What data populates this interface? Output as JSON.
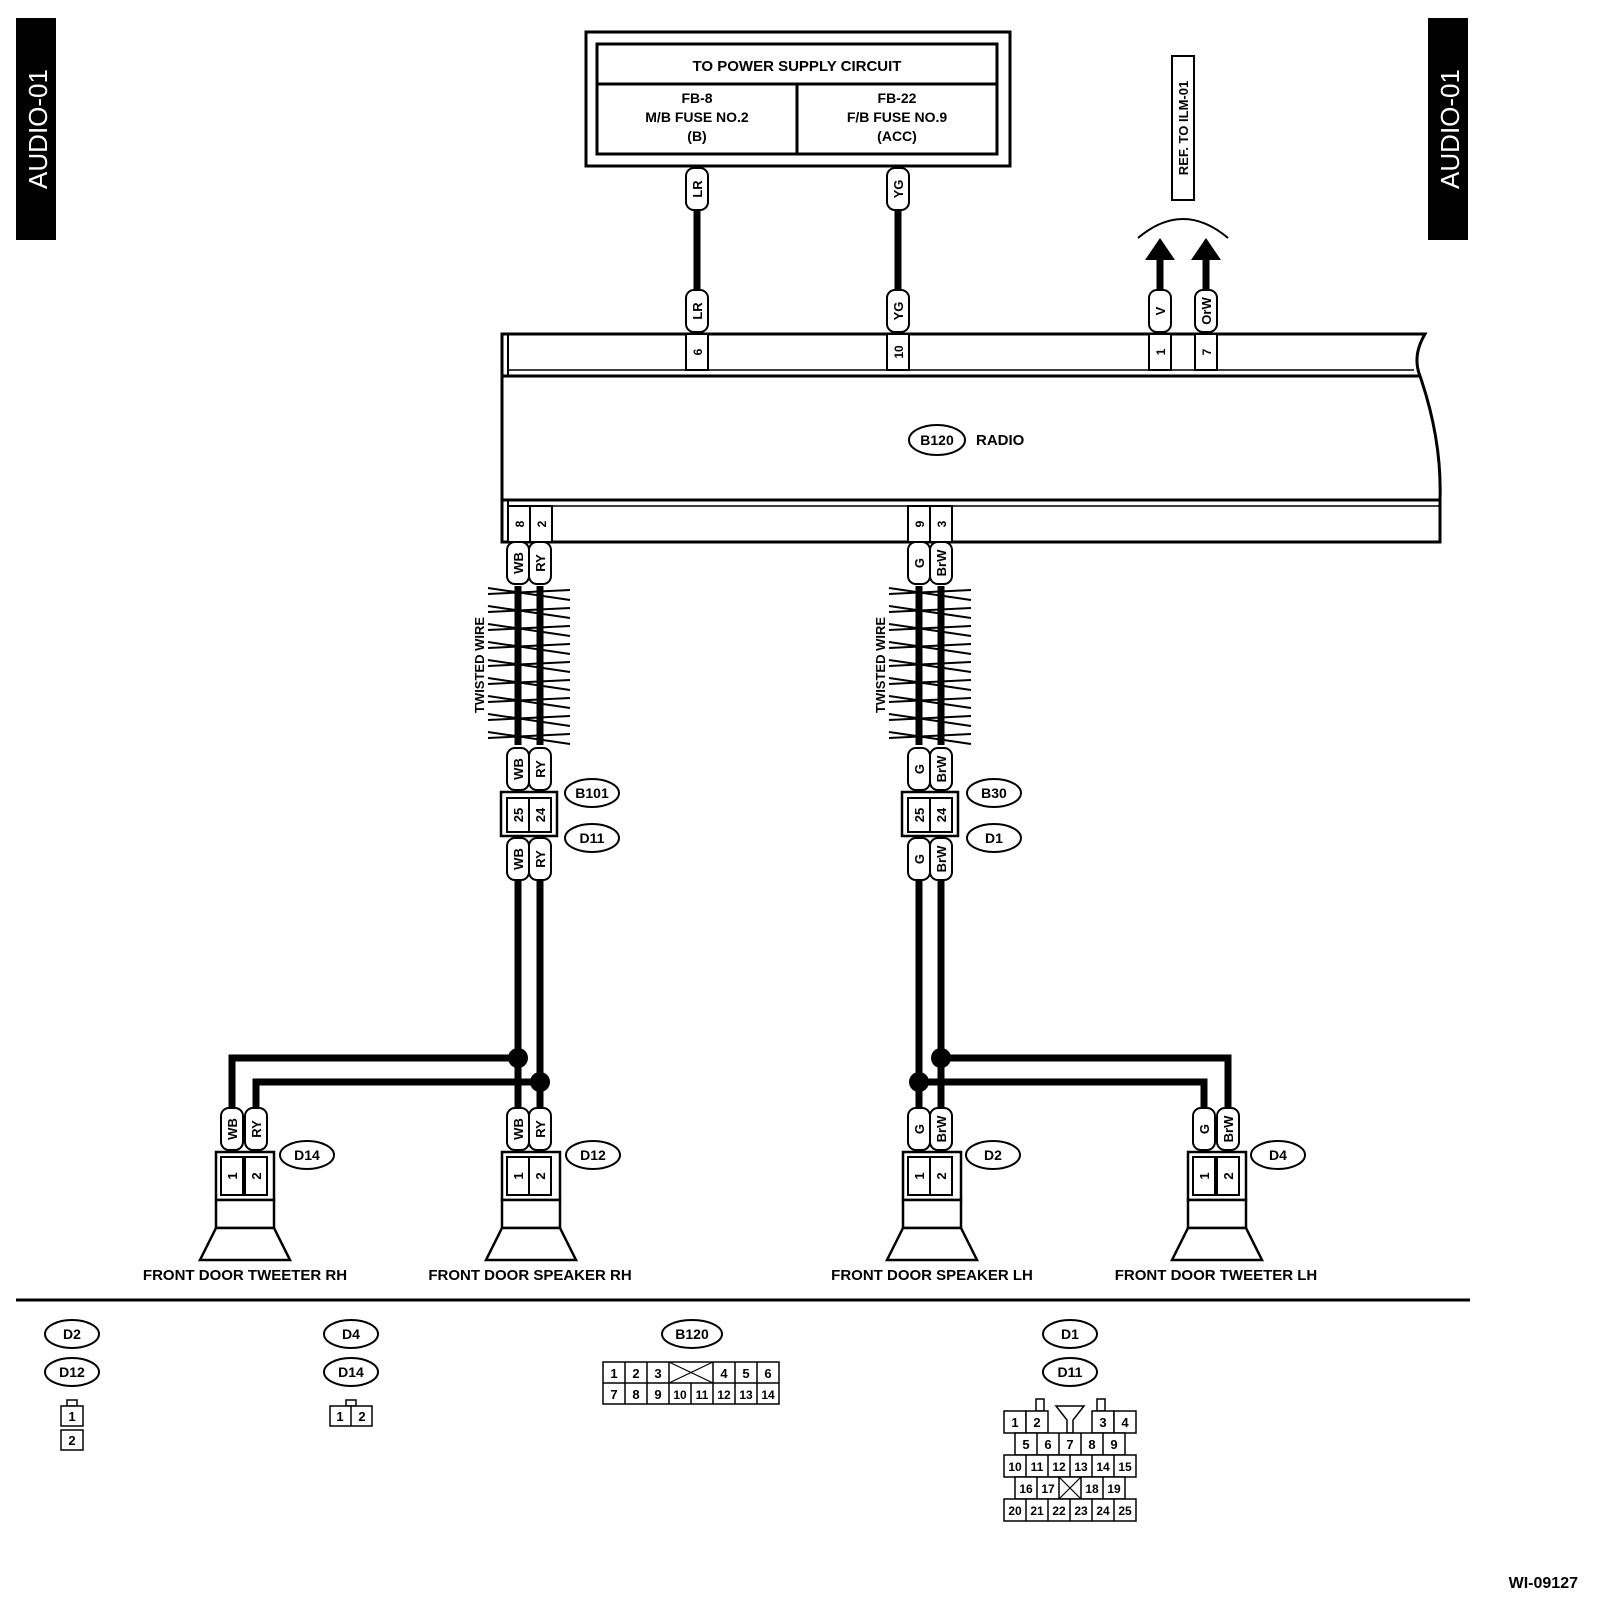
{
  "page": {
    "section_left": "AUDIO-01",
    "section_right": "AUDIO-01",
    "figure_id": "WI-09127"
  },
  "power_supply": {
    "title": "TO POWER SUPPLY CIRCUIT",
    "left": {
      "l1": "FB-8",
      "l2": "M/B FUSE NO.2",
      "l3": "(B)"
    },
    "right": {
      "l1": "FB-22",
      "l2": "F/B FUSE NO.9",
      "l3": "(ACC)"
    }
  },
  "ref": "REF. TO ILM-01",
  "radio": {
    "connector": "B120",
    "label": "RADIO"
  },
  "wires": {
    "lr": "LR",
    "yg": "YG",
    "v": "V",
    "orw": "OrW",
    "wb": "WB",
    "ry": "RY",
    "g": "G",
    "brw": "BrW"
  },
  "pins": {
    "p6": "6",
    "p10": "10",
    "p1": "1",
    "p7": "7",
    "p8": "8",
    "p2": "2",
    "p9": "9",
    "p3": "3",
    "p25": "25",
    "p24": "24",
    "s1": "1",
    "s2": "2"
  },
  "twisted": "TWISTED WIRE",
  "connectors": {
    "b101": "B101",
    "d11": "D11",
    "b30": "B30",
    "d1": "D1",
    "d14": "D14",
    "d12": "D12",
    "d2": "D2",
    "d4": "D4",
    "b120": "B120"
  },
  "speakers": {
    "tweeter_rh": "FRONT DOOR TWEETER RH",
    "speaker_rh": "FRONT DOOR SPEAKER RH",
    "speaker_lh": "FRONT DOOR SPEAKER LH",
    "tweeter_lh": "FRONT DOOR TWEETER LH"
  },
  "legend": {
    "g1": {
      "c1": "D2",
      "c2": "D12",
      "pins": [
        "1",
        "2"
      ]
    },
    "g2": {
      "c1": "D4",
      "c2": "D14",
      "pins": [
        "1",
        "2"
      ]
    },
    "g3": {
      "c1": "B120",
      "row1": [
        "1",
        "2",
        "3",
        "4",
        "5",
        "6"
      ],
      "row2": [
        "7",
        "8",
        "9",
        "10",
        "11",
        "12",
        "13",
        "14"
      ]
    },
    "g4": {
      "c1": "D1",
      "c2": "D11",
      "row1": [
        "1",
        "2",
        "3",
        "4"
      ],
      "row2": [
        "5",
        "6",
        "7",
        "8",
        "9"
      ],
      "row3": [
        "10",
        "11",
        "12",
        "13",
        "14",
        "15"
      ],
      "row4": [
        "16",
        "17",
        "18",
        "19"
      ],
      "row5": [
        "20",
        "21",
        "22",
        "23",
        "24",
        "25"
      ]
    }
  }
}
